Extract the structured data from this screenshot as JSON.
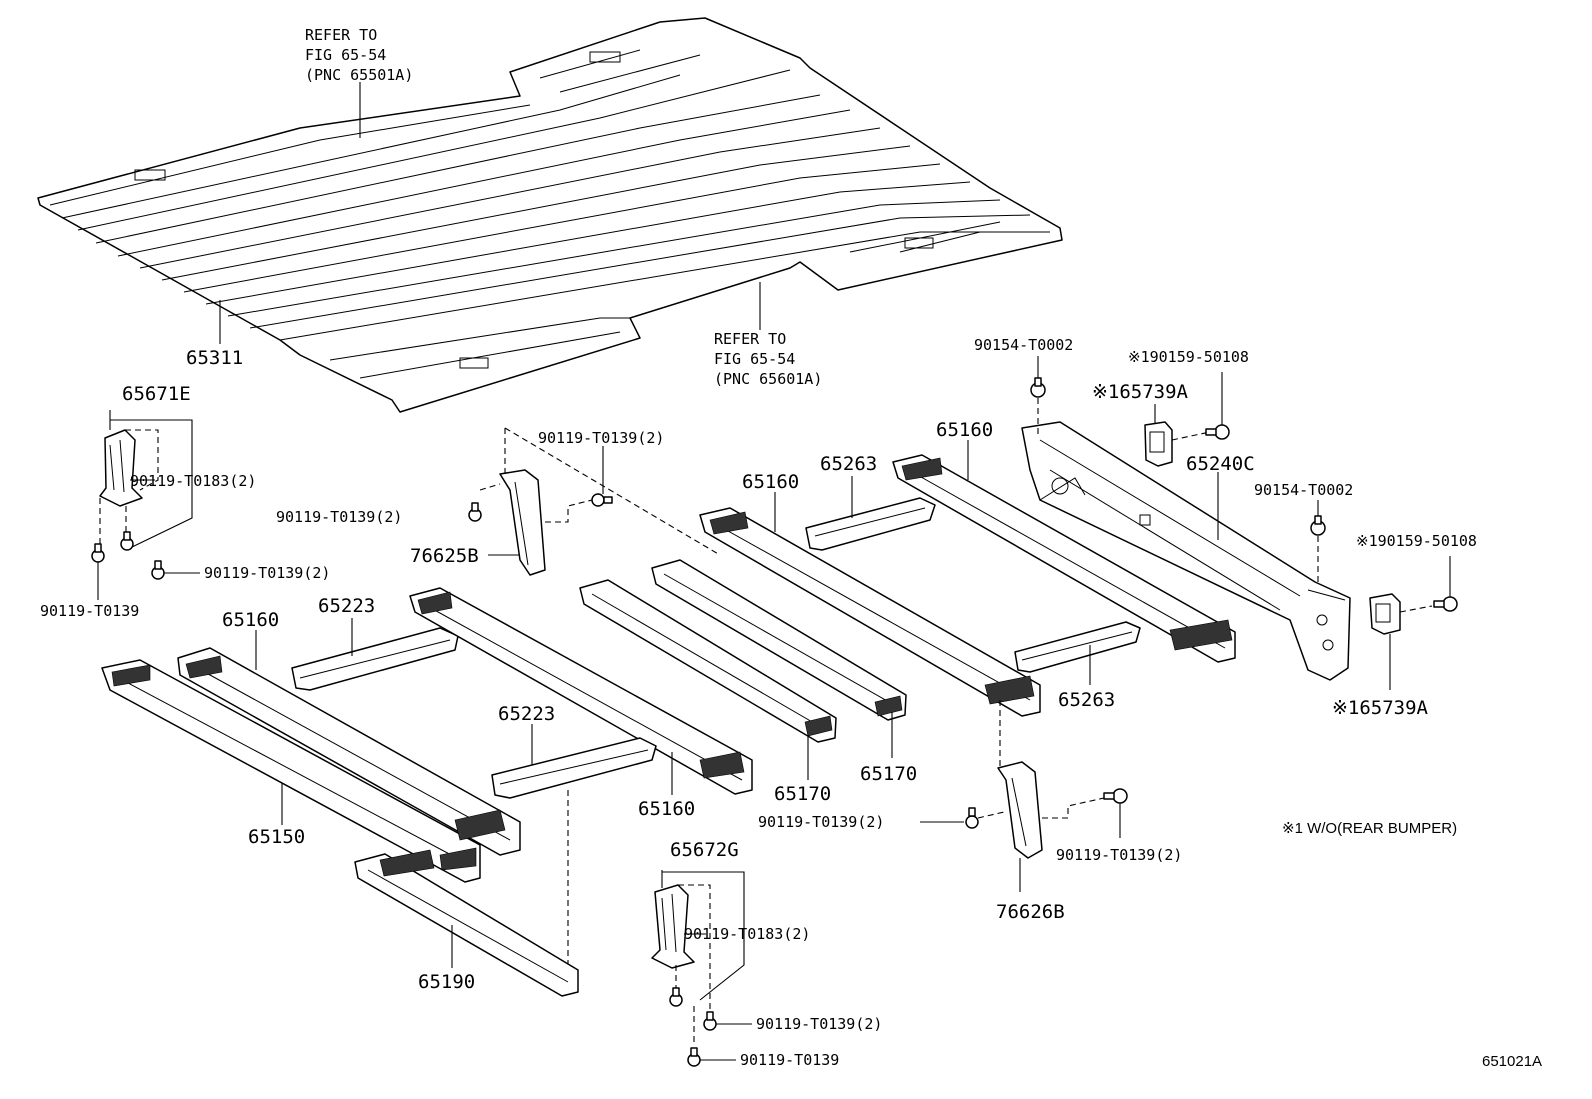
{
  "diagram": {
    "figure_id": "651021A",
    "note": "※1 W/O(REAR BUMPER)",
    "callouts": {
      "refer_upper_1": "REFER TO",
      "refer_upper_2": "FIG 65-54",
      "refer_upper_3": "(PNC 65501A)",
      "refer_lower_1": "REFER TO",
      "refer_lower_2": "FIG 65-54",
      "refer_lower_3": "(PNC 65601A)",
      "p65311": "65311",
      "p65671E": "65671E",
      "p90119_T0183_a": "90119-T0183(2)",
      "p90119_T0139_a": "90119-T0139(2)",
      "p90119_T0139_b": "90119-T0139",
      "p90119_T0139_c": "90119-T0139(2)",
      "p90119_T0139_d": "90119-T0139(2)",
      "p76625B": "76625B",
      "p65160_a": "65160",
      "p65160_b": "65160",
      "p65160_c": "65160",
      "p65160_d": "65160",
      "p65223_a": "65223",
      "p65223_b": "65223",
      "p65150": "65150",
      "p65190": "65190",
      "p65170_a": "65170",
      "p65170_b": "65170",
      "p65263_a": "65263",
      "p65263_b": "65263",
      "p90154_T0002_a": "90154-T0002",
      "p90154_T0002_b": "90154-T0002",
      "p190159_a": "※190159-50108",
      "p190159_b": "※190159-50108",
      "p165739A_a": "※165739A",
      "p165739A_b": "※165739A",
      "p65240C": "65240C",
      "p65672G": "65672G",
      "p90119_T0183_b": "90119-T0183(2)",
      "p90119_T0139_e": "90119-T0139(2)",
      "p90119_T0139_f": "90119-T0139",
      "p90119_T0139_g": "90119-T0139(2)",
      "p90119_T0139_h": "90119-T0139(2)",
      "p76626B": "76626B"
    }
  }
}
